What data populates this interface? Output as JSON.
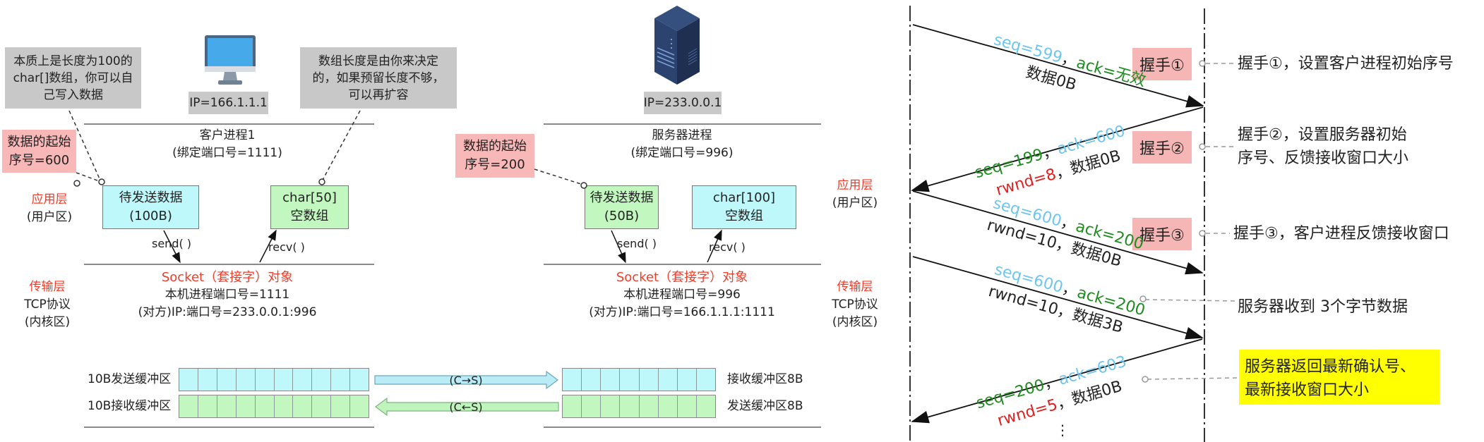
{
  "left_diagram": {
    "notes": {
      "client_array_note": [
        "本质上是长度为100的",
        "char[]数组，你可以自",
        "己写入数据"
      ],
      "array_length_note": [
        "数组长度是由你来决定",
        "的，如果预留长度不够，",
        "可以再扩容"
      ]
    },
    "client": {
      "icon": "monitor-icon",
      "ip": "IP=166.1.1.1",
      "process_title": "客户进程1",
      "process_port": "(绑定端口号=1111)",
      "start_seq_note": [
        "数据的起始",
        "序号=600"
      ],
      "send_data_box": [
        "待发送数据",
        "(100B)"
      ],
      "recv_array_box": [
        "char[50]",
        "空数组"
      ],
      "send_call": "send( )",
      "recv_call": "recv( )",
      "socket_title": "Socket（套接字）对象",
      "local_port": "本机进程端口号=1111",
      "peer_addr": "(对方)IP:端口号=233.0.0.1:996",
      "send_buffer_label": "10B发送缓冲区",
      "recv_buffer_label": "10B接收缓冲区",
      "send_buffer_cells": 10,
      "recv_buffer_cells": 10
    },
    "server": {
      "icon": "server-icon",
      "ip": "IP=233.0.0.1",
      "process_title": "服务器进程",
      "process_port": "(绑定端口号=996)",
      "start_seq_note": [
        "数据的起始",
        "序号=200"
      ],
      "send_data_box": [
        "待发送数据",
        "(50B)"
      ],
      "recv_array_box": [
        "char[100]",
        "空数组"
      ],
      "send_call": "send( )",
      "recv_call": "recv( )",
      "socket_title": "Socket（套接字）对象",
      "local_port": "本机进程端口号=996",
      "peer_addr": "(对方)IP:端口号=166.1.1.1:1111",
      "recv_buffer_label": "接收缓冲区8B",
      "send_buffer_label": "发送缓冲区8B",
      "recv_buffer_cells": 8,
      "send_buffer_cells": 8
    },
    "layers": {
      "app_layer": "应用层",
      "app_layer_sub": "(用户区)",
      "transport_layer": "传输层",
      "transport_proto": "TCP协议",
      "transport_sub": "(内核区)"
    },
    "transfer_arrows": {
      "c_to_s": "(C→S)",
      "s_to_c": "(C←S)"
    }
  },
  "sequence_diagram": {
    "messages": [
      {
        "direction": "client-to-server",
        "parts": [
          {
            "text": "seq=599",
            "color": "blue"
          },
          {
            "text": "，",
            "color": "black"
          },
          {
            "text": "ack=无效",
            "color": "green"
          }
        ],
        "line2": [
          {
            "text": "数据0B",
            "color": "black"
          }
        ]
      },
      {
        "direction": "server-to-client",
        "parts": [
          {
            "text": "seq=199",
            "color": "green"
          },
          {
            "text": "，",
            "color": "black"
          },
          {
            "text": "ack=600",
            "color": "blue"
          }
        ],
        "line2": [
          {
            "text": "rwnd=8",
            "color": "red"
          },
          {
            "text": "，数据0B",
            "color": "black"
          }
        ]
      },
      {
        "direction": "client-to-server",
        "parts": [
          {
            "text": "seq=600",
            "color": "blue"
          },
          {
            "text": "，",
            "color": "black"
          },
          {
            "text": "ack=200",
            "color": "green"
          }
        ],
        "line2": [
          {
            "text": "rwnd=10，数据0B",
            "color": "black"
          }
        ]
      },
      {
        "direction": "client-to-server",
        "parts": [
          {
            "text": "seq=600",
            "color": "blue"
          },
          {
            "text": "，",
            "color": "black"
          },
          {
            "text": "ack=200",
            "color": "green"
          }
        ],
        "line2": [
          {
            "text": "rwnd=10，数据3B",
            "color": "black"
          }
        ]
      },
      {
        "direction": "server-to-client",
        "parts": [
          {
            "text": "seq=200",
            "color": "green"
          },
          {
            "text": "，",
            "color": "black"
          },
          {
            "text": "ack=603",
            "color": "blue"
          }
        ],
        "line2": [
          {
            "text": "rwnd=5",
            "color": "red"
          },
          {
            "text": "，数据0B",
            "color": "black"
          }
        ]
      }
    ],
    "handshake_tags": [
      "握手①",
      "握手②",
      "握手③"
    ],
    "descriptions": [
      [
        "握手①，设置客户进程初始序号"
      ],
      [
        "握手②，设置服务器初始",
        "序号、反馈接收窗口大小"
      ],
      [
        "握手③，客户进程反馈接收窗口"
      ],
      [
        "服务器收到 3个字节数据"
      ],
      [
        "服务器返回最新确认号、",
        "最新接收窗口大小"
      ]
    ],
    "ellipsis": "⋮",
    "colors": {
      "blue": "#6ec6ee",
      "green": "#1e8c1e",
      "red": "#e02020",
      "black": "#222222",
      "highlight": "#ffff00",
      "tag": "#f6b6b6"
    }
  }
}
